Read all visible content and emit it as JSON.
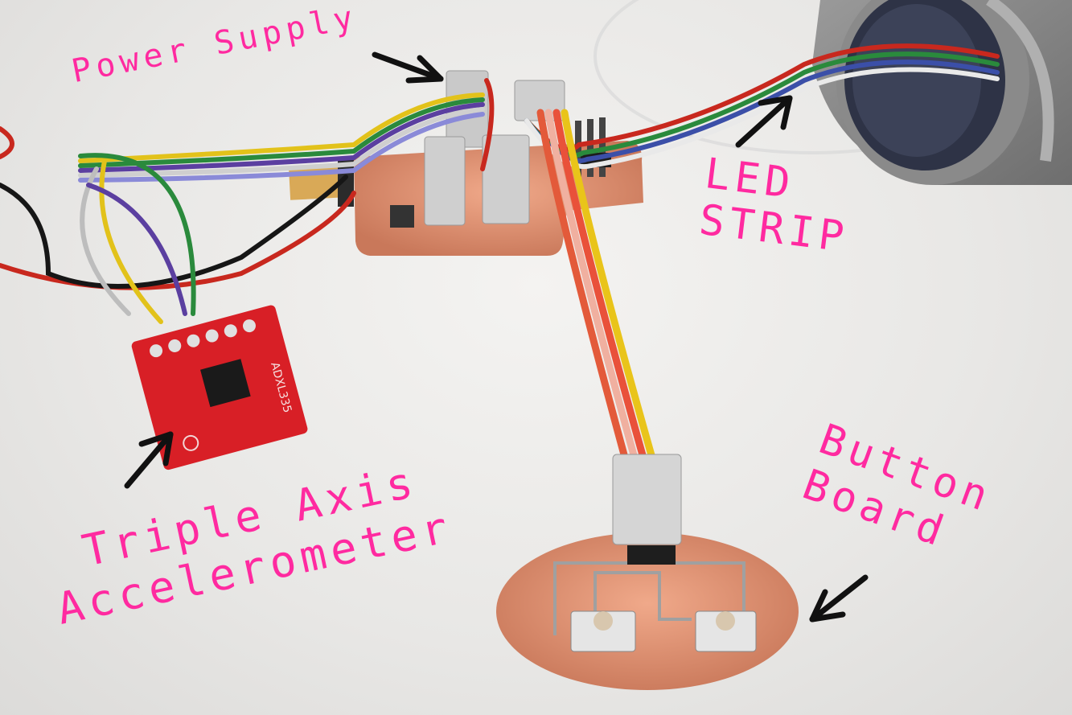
{
  "labels": {
    "power_supply": "Power Supply",
    "led_strip_line1": "LED",
    "led_strip_line2": "STRIP",
    "accelerometer_line1": "Triple Axis",
    "accelerometer_line2": "Accelerometer",
    "button_board_line1": "Button",
    "button_board_line2": "Board"
  },
  "chip_marking": "ADXL335",
  "colors": {
    "annotation": "#ff2aa0",
    "arrow": "#111111",
    "copper": "#d98c68",
    "breakout_red": "#d81f26"
  }
}
